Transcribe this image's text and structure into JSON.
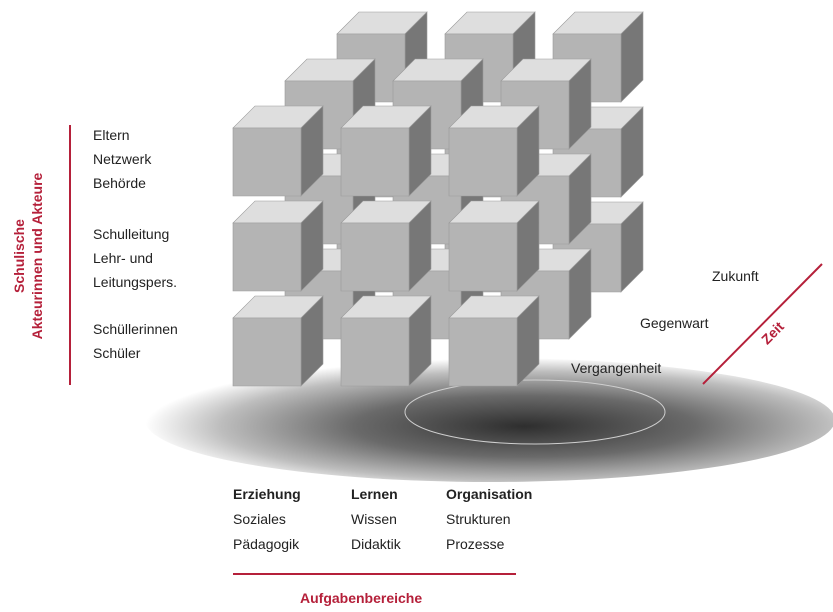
{
  "colors": {
    "accent": "#b5203a",
    "cube_front": "#b4b4b4",
    "cube_top": "#dedede",
    "cube_side": "#777777",
    "shadow": "#3a3a3a"
  },
  "actors": {
    "axis_title_line1": "Schulische",
    "axis_title_line2": "Akteurinnen und Akteure",
    "group1": [
      "Eltern",
      "Netzwerk",
      "Behörde"
    ],
    "group2": [
      "Schulleitung",
      "Lehr- und",
      "Leitungspers."
    ],
    "group3": [
      "Schüllerinnen",
      "Schüler"
    ]
  },
  "tasks": {
    "axis_title": "Aufgabenbereiche",
    "columns": [
      {
        "heading": "Erziehung",
        "items": [
          "Soziales",
          "Pädagogik"
        ]
      },
      {
        "heading": "Lernen",
        "items": [
          "Wissen",
          "Didaktik"
        ]
      },
      {
        "heading": "Organisation",
        "items": [
          "Strukturen",
          "Prozesse"
        ]
      }
    ]
  },
  "time": {
    "axis_title": "Zeit",
    "labels": [
      "Vergangenheit",
      "Gegenwart",
      "Zukunft"
    ]
  }
}
